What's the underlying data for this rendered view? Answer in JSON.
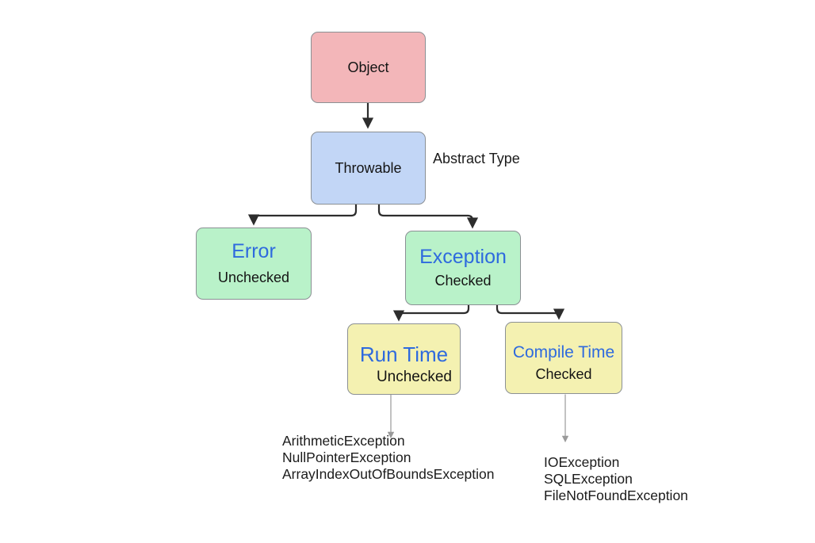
{
  "diagram": {
    "nodes": {
      "object": {
        "title": "Object"
      },
      "throwable": {
        "title": "Throwable"
      },
      "error": {
        "title": "Error",
        "subtitle": "Unchecked"
      },
      "exception": {
        "title": "Exception",
        "subtitle": "Checked"
      },
      "runtime": {
        "title": "Run Time",
        "subtitle": "Unchecked"
      },
      "compiletime": {
        "title": "Compile Time",
        "subtitle": "Checked"
      }
    },
    "annotations": {
      "abstract_type": "Abstract Type"
    },
    "lists": {
      "runtime_exceptions": [
        "ArithmeticException",
        "NullPointerException",
        "ArrayIndexOutOfBoundsException"
      ],
      "compiletime_exceptions": [
        "IOException",
        "SQLException",
        "FileNotFoundException"
      ]
    },
    "colors": {
      "object_fill": "#f3b6b9",
      "throwable_fill": "#c2d6f6",
      "branch_fill": "#b9f2c9",
      "leaf_fill": "#f4f1b1",
      "accent_text": "#2e6ade",
      "connector": "#2d2d2d",
      "thin_connector": "#9a9a9a",
      "box_border": "#8b9094"
    }
  }
}
